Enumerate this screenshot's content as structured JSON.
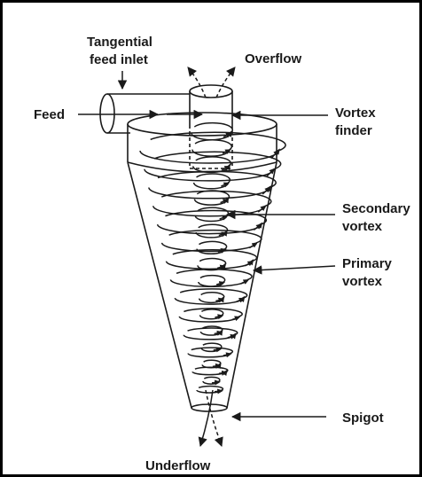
{
  "labels": {
    "tangential_feed_inlet_line1": "Tangential",
    "tangential_feed_inlet_line2": "feed inlet",
    "overflow": "Overflow",
    "feed": "Feed",
    "vortex_finder_line1": "Vortex",
    "vortex_finder_line2": "finder",
    "secondary_vortex_line1": "Secondary",
    "secondary_vortex_line2": "vortex",
    "primary_vortex_line1": "Primary",
    "primary_vortex_line2": "vortex",
    "spigot": "Spigot",
    "underflow": "Underflow"
  },
  "colors": {
    "stroke": "#1a1a1a",
    "border": "#000000",
    "background": "#ffffff"
  }
}
